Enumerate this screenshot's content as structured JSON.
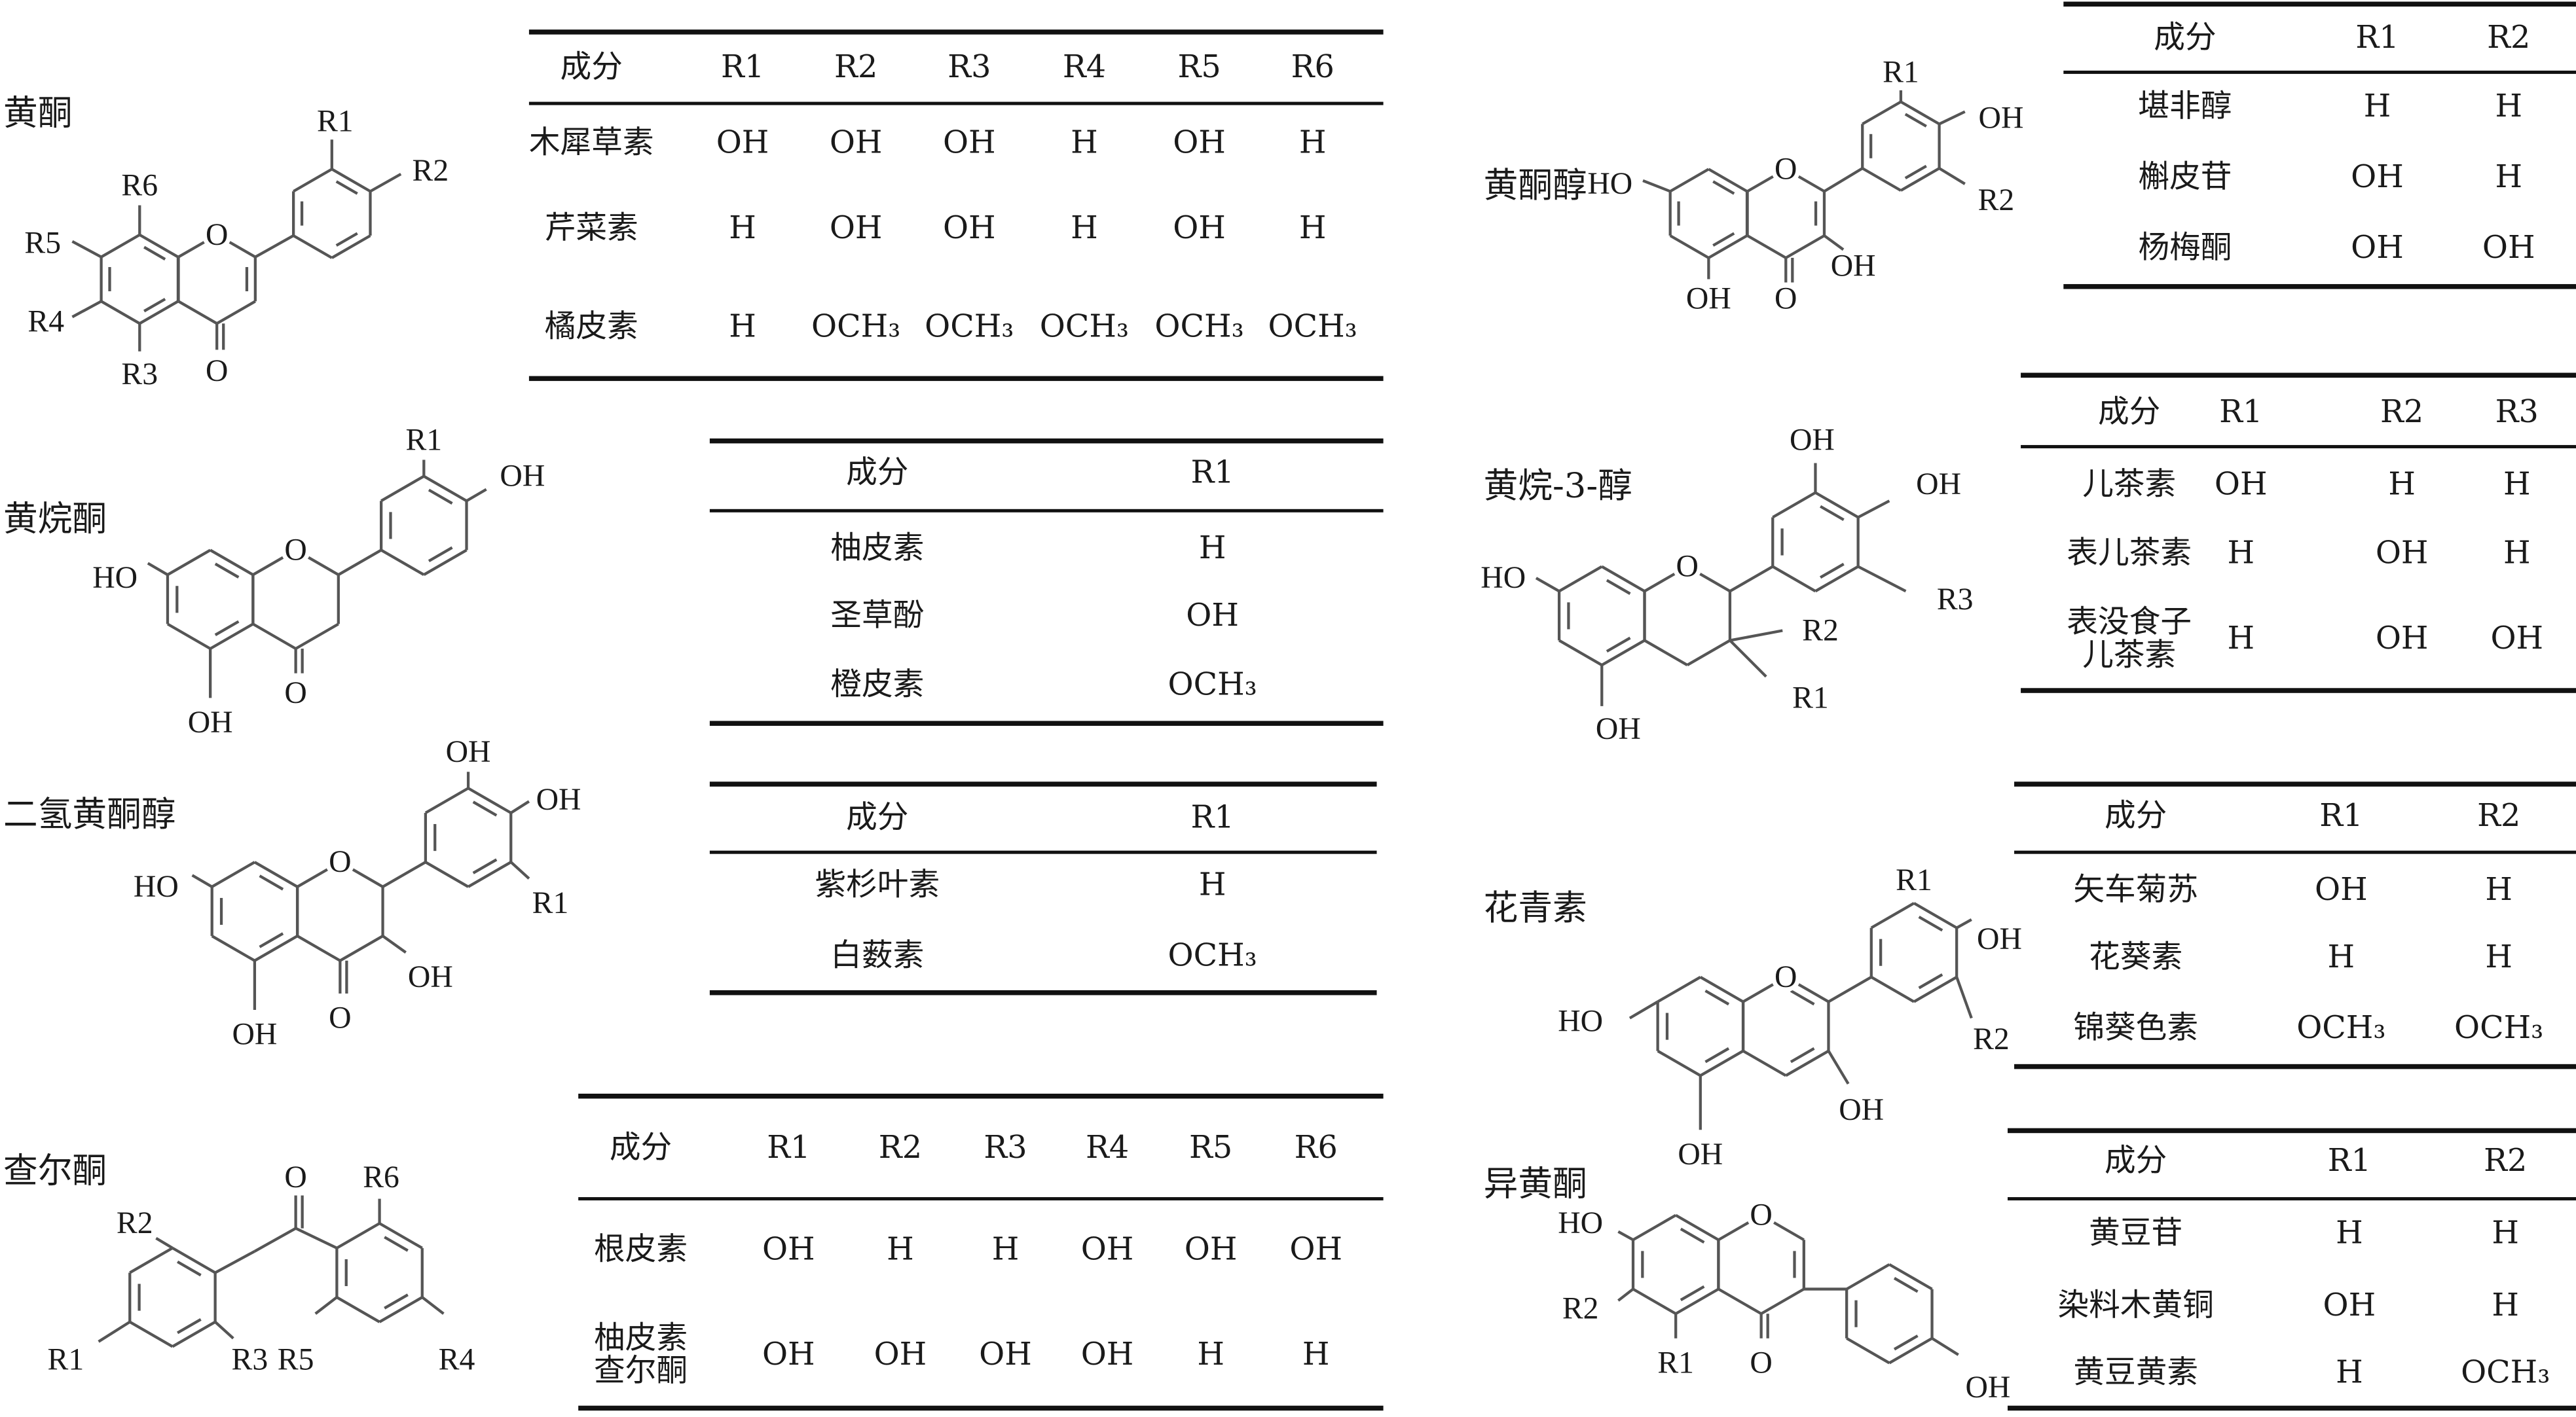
{
  "molecules": [
    {
      "name": "黄酮",
      "labels": [
        "R1",
        "R2",
        "R3",
        "R4",
        "R5",
        "R6",
        "O",
        "O"
      ]
    },
    {
      "name": "黄烷酮",
      "labels": [
        "HO",
        "OH",
        "O",
        "O",
        "R1",
        "OH"
      ]
    },
    {
      "name": "二氢黄酮醇",
      "labels": [
        "HO",
        "OH",
        "O",
        "O",
        "OH",
        "OH",
        "OH",
        "R1"
      ]
    },
    {
      "name": "查尔酮",
      "labels": [
        "R1",
        "R2",
        "R3",
        "O",
        "R4",
        "R5",
        "R6"
      ]
    },
    {
      "name": "黄酮醇",
      "labels": [
        "HO",
        "OH",
        "O",
        "O",
        "OH",
        "R1",
        "OH",
        "R2"
      ]
    },
    {
      "name": "黄烷-3-醇",
      "labels": [
        "HO",
        "OH",
        "O",
        "OH",
        "OH",
        "R3",
        "R2",
        "R1"
      ]
    },
    {
      "name": "花青素",
      "labels": [
        "HO",
        "OH",
        "O",
        "OH",
        "R1",
        "OH",
        "R2"
      ]
    },
    {
      "name": "异黄酮",
      "labels": [
        "HO",
        "R2",
        "R1",
        "O",
        "O",
        "OH"
      ]
    }
  ],
  "tables": [
    {
      "header": [
        "成分",
        "R1",
        "R2",
        "R3",
        "R4",
        "R5",
        "R6"
      ],
      "rows": [
        [
          "木犀草素",
          "OH",
          "OH",
          "OH",
          "H",
          "OH",
          "H"
        ],
        [
          "芹菜素",
          "H",
          "OH",
          "OH",
          "H",
          "OH",
          "H"
        ],
        [
          "橘皮素",
          "H",
          "OCH₃",
          "OCH₃",
          "OCH₃",
          "OCH₃",
          "OCH₃"
        ]
      ]
    },
    {
      "header": [
        "成分",
        "R1"
      ],
      "rows": [
        [
          "柚皮素",
          "H"
        ],
        [
          "圣草酚",
          "OH"
        ],
        [
          "橙皮素",
          "OCH₃"
        ]
      ]
    },
    {
      "header": [
        "成分",
        "R1"
      ],
      "rows": [
        [
          "紫杉叶素",
          "H"
        ],
        [
          "白薮素",
          "OCH₃"
        ]
      ]
    },
    {
      "header": [
        "成分",
        "R1",
        "R2",
        "R3",
        "R4",
        "R5",
        "R6"
      ],
      "rows": [
        [
          "根皮素",
          "OH",
          "H",
          "H",
          "OH",
          "OH",
          "OH"
        ],
        [
          "柚皮素\n查尔酮",
          "OH",
          "OH",
          "OH",
          "OH",
          "H",
          "H"
        ]
      ]
    },
    {
      "header": [
        "成分",
        "R1",
        "R2"
      ],
      "rows": [
        [
          "堪非醇",
          "H",
          "H"
        ],
        [
          "槲皮苷",
          "OH",
          "H"
        ],
        [
          "杨梅酮",
          "OH",
          "OH"
        ]
      ]
    },
    {
      "header": [
        "成分",
        "R1",
        "R2",
        "R3"
      ],
      "rows": [
        [
          "儿茶素",
          "OH",
          "H",
          "H"
        ],
        [
          "表儿茶素",
          "H",
          "OH",
          "H"
        ],
        [
          "表没食子\n儿茶素",
          "H",
          "OH",
          "OH"
        ]
      ]
    },
    {
      "header": [
        "成分",
        "R1",
        "R2"
      ],
      "rows": [
        [
          "矢车菊苏",
          "OH",
          "H"
        ],
        [
          "花葵素",
          "H",
          "H"
        ],
        [
          "锦葵色素",
          "OCH₃",
          "OCH₃"
        ]
      ]
    },
    {
      "header": [
        "成分",
        "R1",
        "R2"
      ],
      "rows": [
        [
          "黄豆苷",
          "H",
          "H"
        ],
        [
          "染料木黄铜",
          "OH",
          "H"
        ],
        [
          "黄豆黄素",
          "H",
          "OCH₃"
        ]
      ]
    }
  ]
}
